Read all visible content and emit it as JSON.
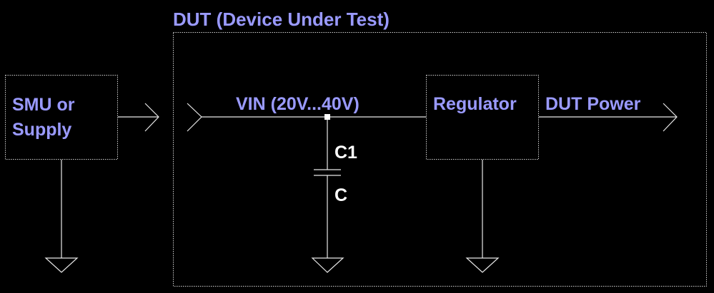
{
  "colors": {
    "background": "#000000",
    "line": "#e8e8e8",
    "box_border": "#cfcfcf",
    "label_blue": "#9a9aff",
    "label_white": "#ffffff"
  },
  "dut": {
    "title": "DUT (Device Under Test)"
  },
  "smu": {
    "line1": "SMU or",
    "line2": "Supply"
  },
  "vin": {
    "label": "VIN (20V...40V)"
  },
  "capacitor": {
    "name": "C1",
    "value": "C"
  },
  "regulator": {
    "label": "Regulator"
  },
  "output": {
    "label": "DUT Power"
  },
  "icons": {
    "ground": "ground-icon",
    "arrow": "arrow-head-icon",
    "junction": "junction-node"
  }
}
